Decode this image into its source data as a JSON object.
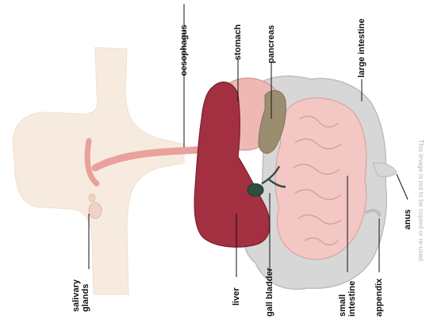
{
  "labels": {
    "oesophagus": "oesophagus",
    "stomach": "stomach",
    "pancreas": "pancreas",
    "large_intestine": "large intestine",
    "salivary_glands_line1": "salivary",
    "salivary_glands_line2": "glands",
    "liver": "liver",
    "gall_bladder": "gall bladder",
    "small_intestine_line1": "small",
    "small_intestine_line2": "intestine",
    "appendix": "appendix",
    "anus": "anus"
  },
  "credit": "This image is not to be copied or re-used",
  "colors": {
    "body": "#f7ebe0",
    "oesophagus": "#e9a19b",
    "liver": "#a23040",
    "stomach": "#efb8b3",
    "pancreas": "#9b8e70",
    "gall_bladder": "#2f4f3e",
    "small_intestine": "#f2c7c4",
    "large_intestine": "#d7d7d7"
  }
}
